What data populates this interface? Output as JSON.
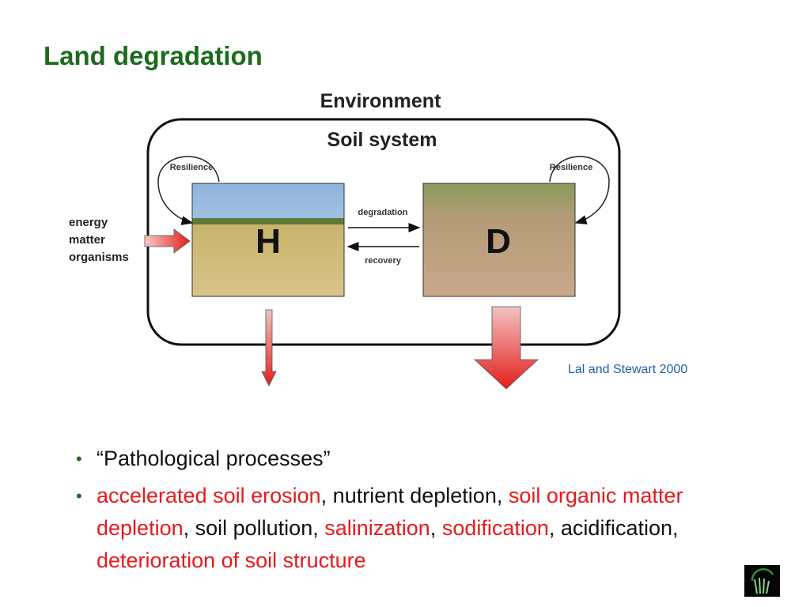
{
  "title": "Land degradation",
  "diagram": {
    "environment": "Environment",
    "soil_system": "Soil system",
    "resilience_left": "Resilience",
    "resilience_right": "Resilience",
    "healthy_label": "H",
    "degraded_label": "D",
    "degradation": "degradation",
    "recovery": "recovery",
    "inputs": [
      "energy",
      "matter",
      "organisms"
    ]
  },
  "citation": "Lal and Stewart 2000",
  "bullets": [
    {
      "segments": [
        {
          "text": "“Pathological processes”",
          "red": false
        }
      ]
    },
    {
      "segments": [
        {
          "text": " accelerated soil erosion",
          "red": true
        },
        {
          "text": ", nutrient depletion, ",
          "red": false
        },
        {
          "text": "soil organic matter depletion",
          "red": true
        },
        {
          "text": ", soil pollution, ",
          "red": false
        },
        {
          "text": "salinization",
          "red": true
        },
        {
          "text": ", ",
          "red": false
        },
        {
          "text": "sodification",
          "red": true
        },
        {
          "text": ", acidification, ",
          "red": false
        },
        {
          "text": "deterioration of soil structure",
          "red": true
        }
      ]
    }
  ],
  "bullet_char": "•",
  "colors": {
    "title": "#1c6b1c",
    "highlight": "#e8191b",
    "citation": "#1f5fa8"
  }
}
